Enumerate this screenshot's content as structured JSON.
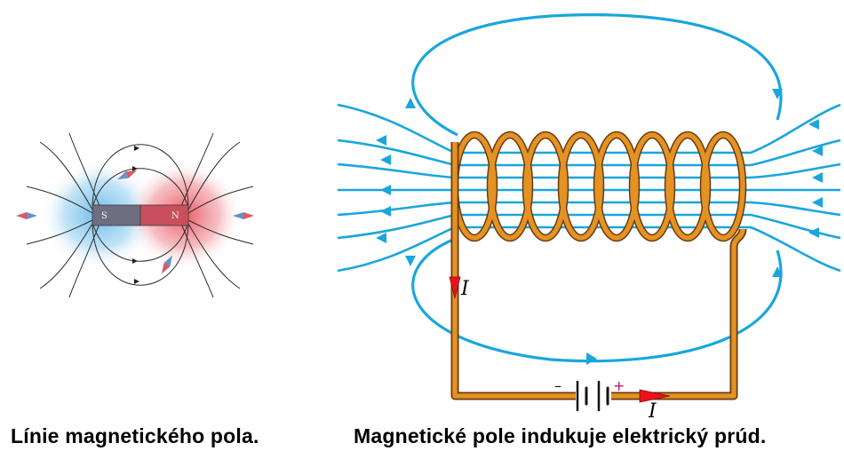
{
  "captions": {
    "left": "Línie magnetického pola.",
    "right": "Magnetické pole indukuje elektrický prúd."
  },
  "magnet": {
    "south_label": "S",
    "north_label": "N"
  },
  "circuit": {
    "current_label_left": "I",
    "current_label_bottom": "I",
    "battery_minus": "–",
    "battery_plus": "+"
  },
  "colors": {
    "field_line_blue": "#1aa6dc",
    "coil_copper": "#e39224",
    "coil_outline": "#6b3a0e",
    "current_arrow_red": "#e8141a",
    "south_pole_glow": "#5fb6e6",
    "north_pole_glow": "#ea4b57",
    "plus_sign": "#c1127a"
  },
  "icons": [
    "compass-needle-icon",
    "arrowhead-icon",
    "battery-icon"
  ]
}
